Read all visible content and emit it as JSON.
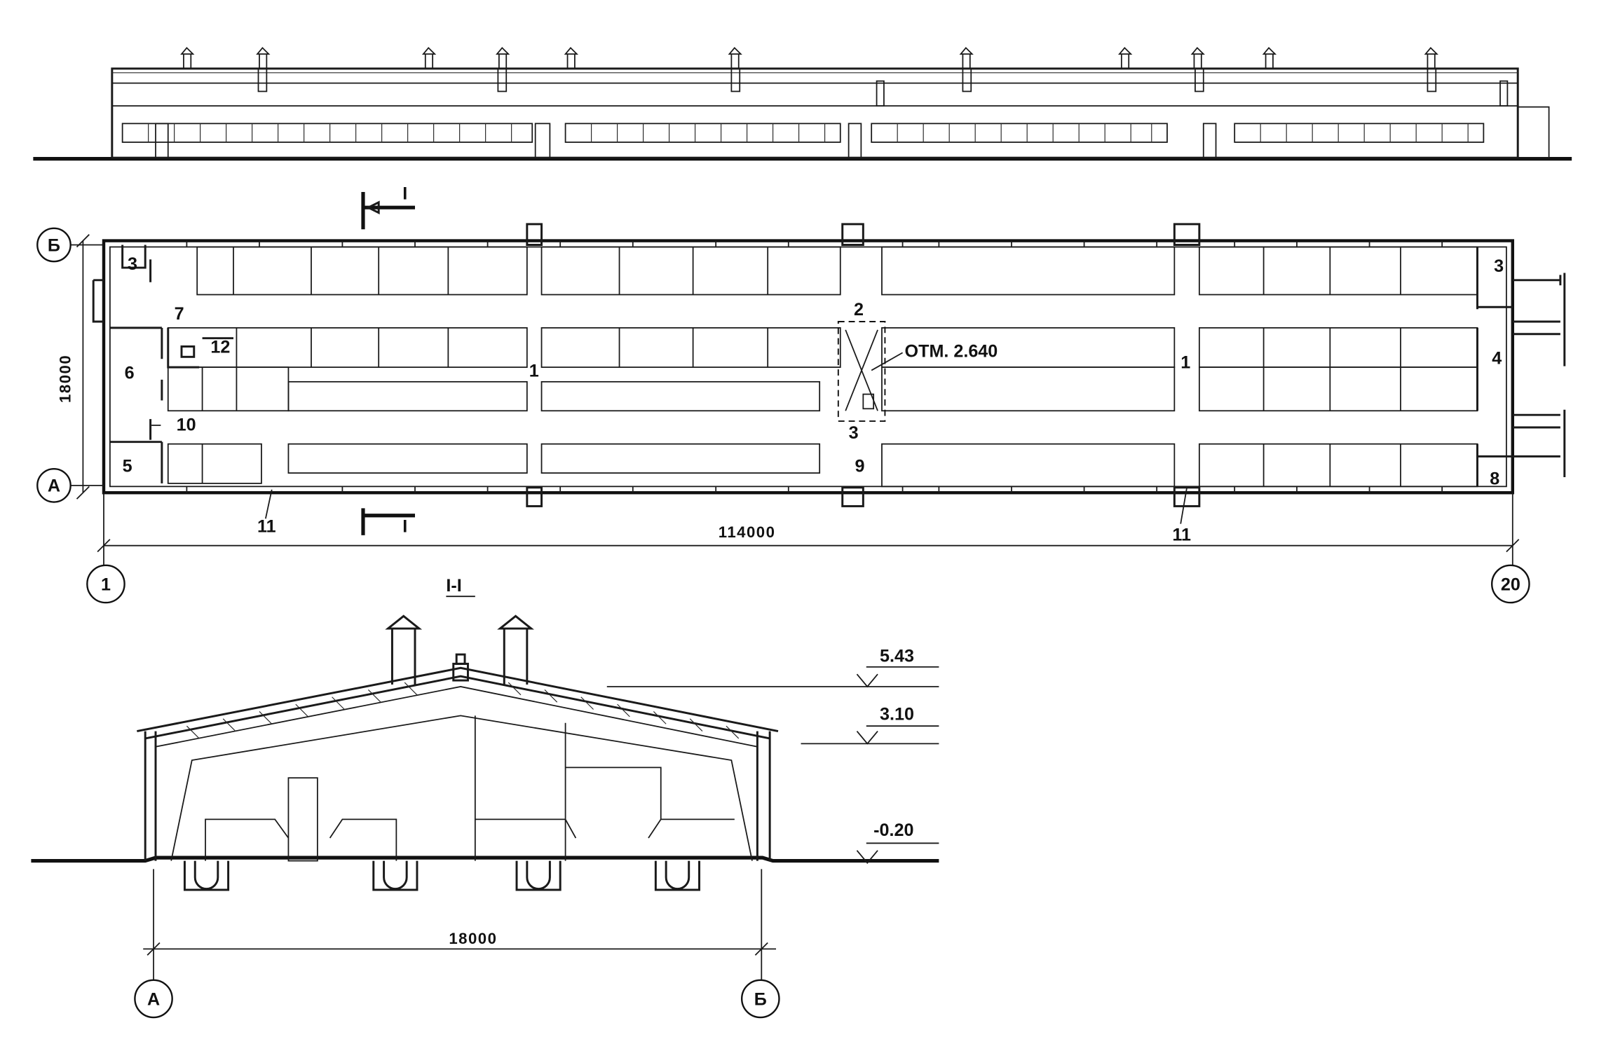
{
  "plan": {
    "axis_left": "1",
    "axis_right": "20",
    "axis_top": "Б",
    "axis_bottom": "А",
    "width_dim": "18000",
    "length_dim": "114000",
    "elevation_mark": "ОТМ. 2.640",
    "section_mark": "I",
    "rooms": {
      "r3_tl": "3",
      "r3_tr": "3",
      "r3_mid": "3",
      "r7": "7",
      "r12": "12",
      "r6": "6",
      "r10": "10",
      "r5": "5",
      "r11_l": "11",
      "r11_r": "11",
      "r1_l": "1",
      "r1_r": "1",
      "r2": "2",
      "r9": "9",
      "r4": "4",
      "r8": "8"
    }
  },
  "section": {
    "title": "I-I",
    "width_dim": "18000",
    "axis_left": "А",
    "axis_right": "Б",
    "levels": [
      "5.43",
      "3.10",
      "-0.20"
    ]
  }
}
